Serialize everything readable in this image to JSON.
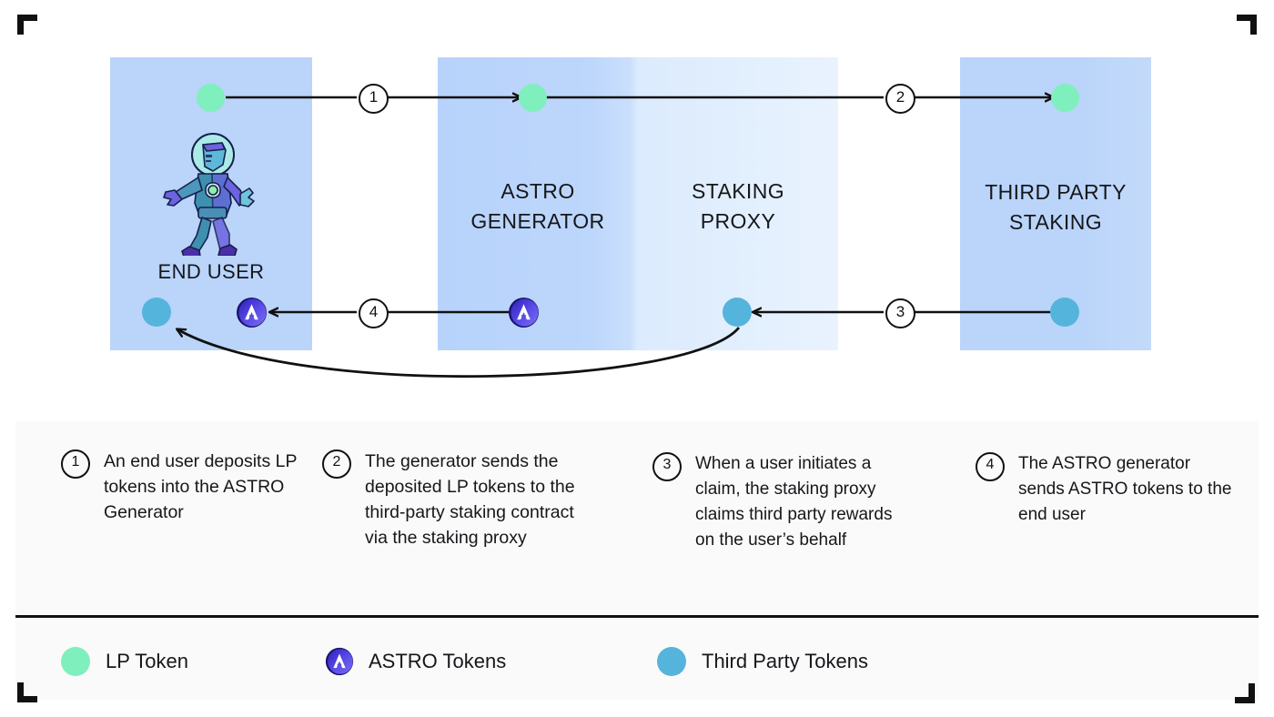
{
  "diagram": {
    "columns": [
      {
        "id": "end-user",
        "label": "END USER"
      },
      {
        "id": "astro-generator",
        "label": "ASTRO\nGENERATOR"
      },
      {
        "id": "staking-proxy",
        "label": "STAKING\nPROXY"
      },
      {
        "id": "third-party-staking",
        "label": "THIRD PARTY\nSTAKING"
      }
    ],
    "step_markers": [
      "1",
      "2",
      "3",
      "4"
    ]
  },
  "captions": [
    {
      "number": "1",
      "text": "An end user deposits LP tokens into the ASTRO Generator"
    },
    {
      "number": "2",
      "text": "The generator sends the deposited LP tokens to the third-party staking contract via the staking proxy"
    },
    {
      "number": "3",
      "text": "When a user initiates a claim, the staking proxy claims third party rewards on the user’s behalf"
    },
    {
      "number": "4",
      "text": "The ASTRO generator sends  ASTRO tokens to the end user"
    }
  ],
  "legend": [
    {
      "swatch": "lp-token-dot",
      "label": "LP Token"
    },
    {
      "swatch": "astro-token-icon",
      "label": "ASTRO Tokens"
    },
    {
      "swatch": "third-party-token-dot",
      "label": "Third Party Tokens"
    }
  ],
  "colors": {
    "lp_token": "#7FEFBE",
    "third_party_token": "#55B4DB",
    "astro_token": "#4F47E0",
    "panel_blue": "#BAD4FA",
    "panel_light": "#E6F1FE",
    "caption_bg": "#FAFAFA",
    "line": "#111111",
    "text": "#15171A"
  },
  "icons": {
    "astronaut": "astronaut-illustration",
    "astro_coin": "astro-coin-icon"
  }
}
